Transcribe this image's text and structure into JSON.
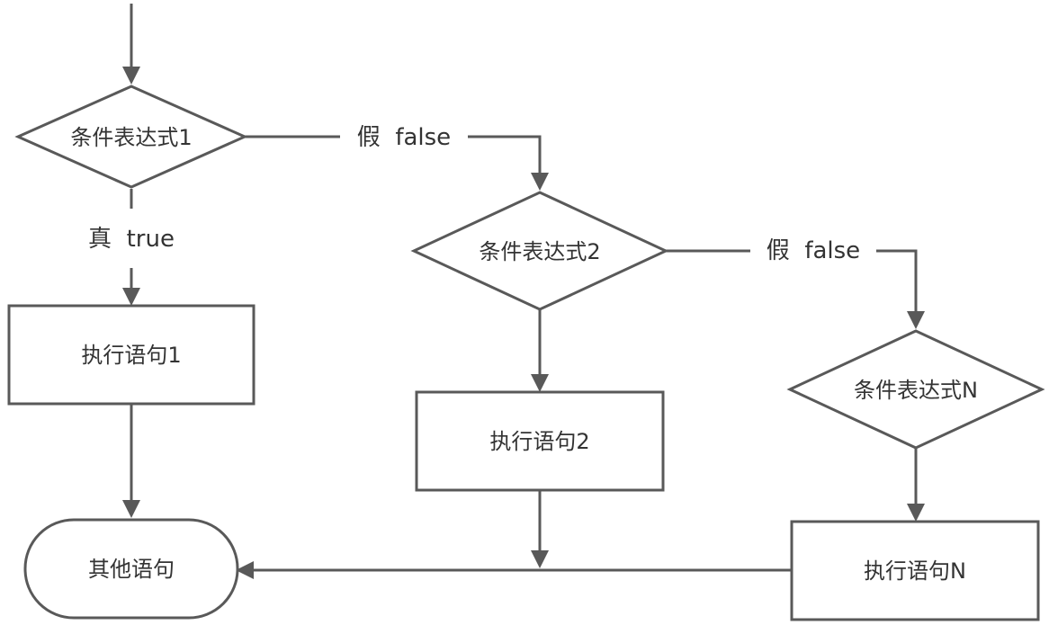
{
  "nodes": {
    "cond1": "条件表达式1",
    "cond2": "条件表达式2",
    "condN": "条件表达式N",
    "exec1": "执行语句1",
    "exec2": "执行语句2",
    "execN": "执行语句N",
    "other": "其他语句"
  },
  "edges": {
    "true1": "真  true",
    "false1": "假  false",
    "false2": "假  false"
  },
  "colors": {
    "stroke": "#595959",
    "text": "#333333",
    "background": "#ffffff"
  }
}
